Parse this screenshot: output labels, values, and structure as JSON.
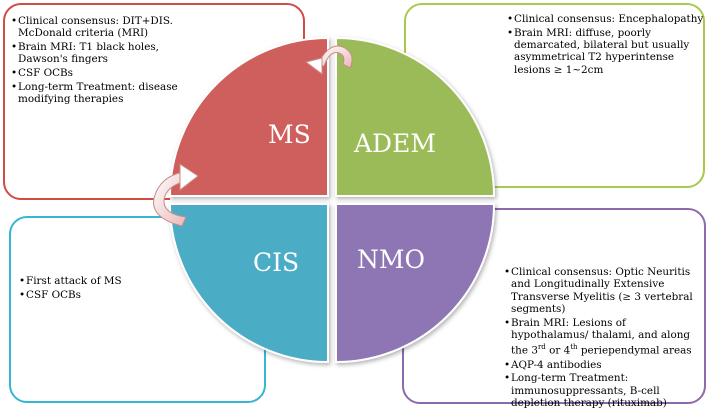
{
  "colors": {
    "ms": "#cf5f5c",
    "adem": "#9bbb59",
    "cis": "#4bacc6",
    "nmo": "#8e74b3"
  },
  "quadrants": {
    "ms": "MS",
    "adem": "ADEM",
    "cis": "CIS",
    "nmo": "NMO"
  },
  "boxes": {
    "ms": [
      "Clinical consensus: DIT+DIS. McDonald criteria (MRI)",
      "Brain MRI: T1 black holes, Dawson's fingers",
      "CSF OCBs",
      "Long-term Treatment: disease modifying therapies"
    ],
    "adem": [
      "Clinical consensus: Encephalopathy",
      "Brain MRI: diffuse, poorly demarcated, bilateral but usually asymmetrical T2 hyperintense lesions ≥ 1~2cm"
    ],
    "cis": [
      "First attack of MS",
      "CSF OCBs"
    ],
    "nmo": {
      "item1": "Clinical consensus: Optic Neuritis and Longitudinally Extensive Transverse Myelitis (≥ 3 vertebral segments)",
      "item2_a": "Brain MRI: Lesions of hypothalamus/ thalami, and along the 3",
      "item2_sup1": "rd",
      "item2_b": " or 4",
      "item2_sup2": "th",
      "item2_c": " periependymal areas",
      "item3": "AQP-4 antibodies",
      "item4": "Long-term Treatment: immunosuppressants, B-cell depletion therapy (rituximab)"
    }
  }
}
